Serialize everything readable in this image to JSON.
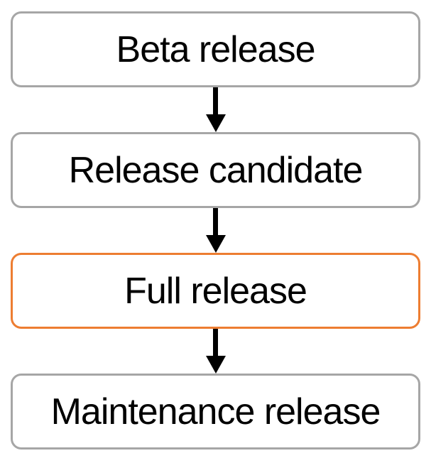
{
  "diagram": {
    "type": "flowchart",
    "direction": "top-down",
    "nodes": [
      {
        "id": "beta-release",
        "label": "Beta release",
        "highlighted": false,
        "border_color": "#A6A6A6",
        "fill_color": "#FFFFFF",
        "text_color": "#000000"
      },
      {
        "id": "release-candidate",
        "label": "Release candidate",
        "highlighted": false,
        "border_color": "#A6A6A6",
        "fill_color": "#FFFFFF",
        "text_color": "#000000"
      },
      {
        "id": "full-release",
        "label": "Full release",
        "highlighted": true,
        "border_color": "#ED7D31",
        "fill_color": "#FFFFFF",
        "text_color": "#000000"
      },
      {
        "id": "maintenance-release",
        "label": "Maintenance release",
        "highlighted": false,
        "border_color": "#A6A6A6",
        "fill_color": "#FFFFFF",
        "text_color": "#000000"
      }
    ],
    "edges": [
      {
        "from": "beta-release",
        "to": "release-candidate",
        "style": "arrow-down"
      },
      {
        "from": "release-candidate",
        "to": "full-release",
        "style": "arrow-down"
      },
      {
        "from": "full-release",
        "to": "maintenance-release",
        "style": "arrow-down"
      }
    ],
    "colors": {
      "background": "#FFFFFF",
      "node_border_default": "#A6A6A6",
      "node_border_highlight": "#ED7D31",
      "text": "#000000",
      "arrow": "#000000"
    }
  }
}
